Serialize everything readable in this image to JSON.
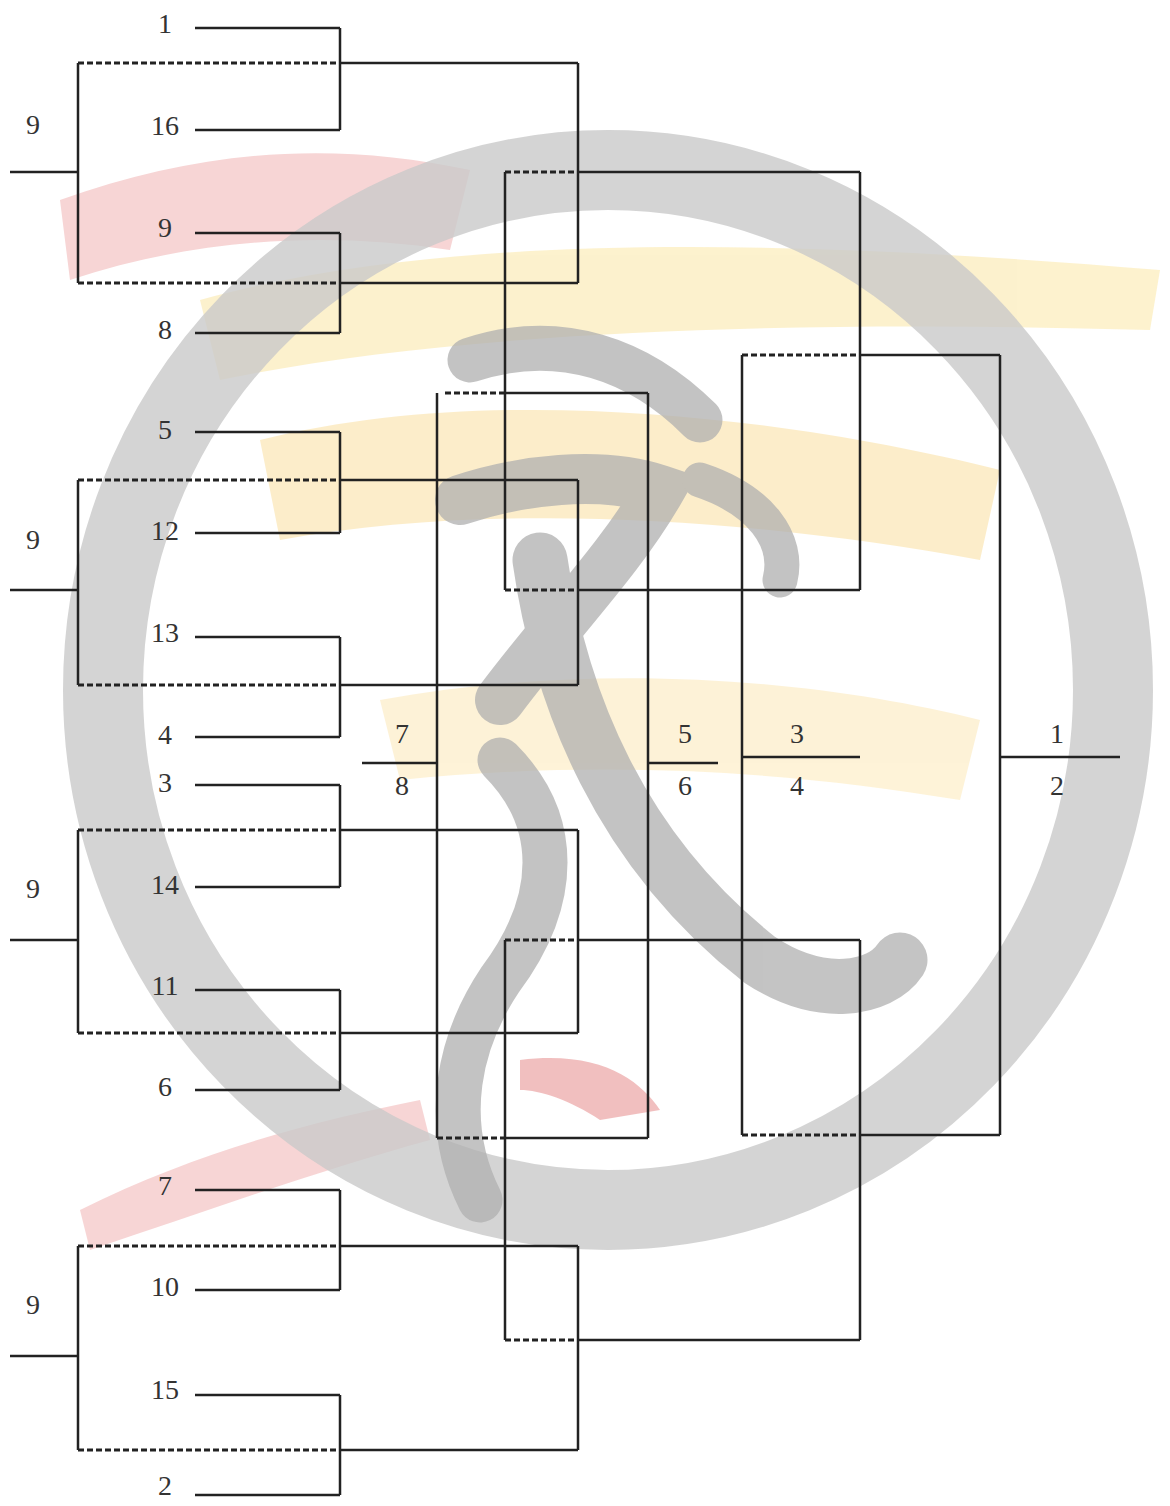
{
  "diagram": {
    "labels": [
      "1",
      "16",
      "9",
      "8",
      "5",
      "12",
      "13",
      "4",
      "3",
      "14",
      "11",
      "6",
      "7",
      "10",
      "15",
      "2",
      "9",
      "9",
      "9",
      "9",
      "7",
      "8",
      "5",
      "6",
      "3",
      "4",
      "1",
      "2"
    ]
  }
}
